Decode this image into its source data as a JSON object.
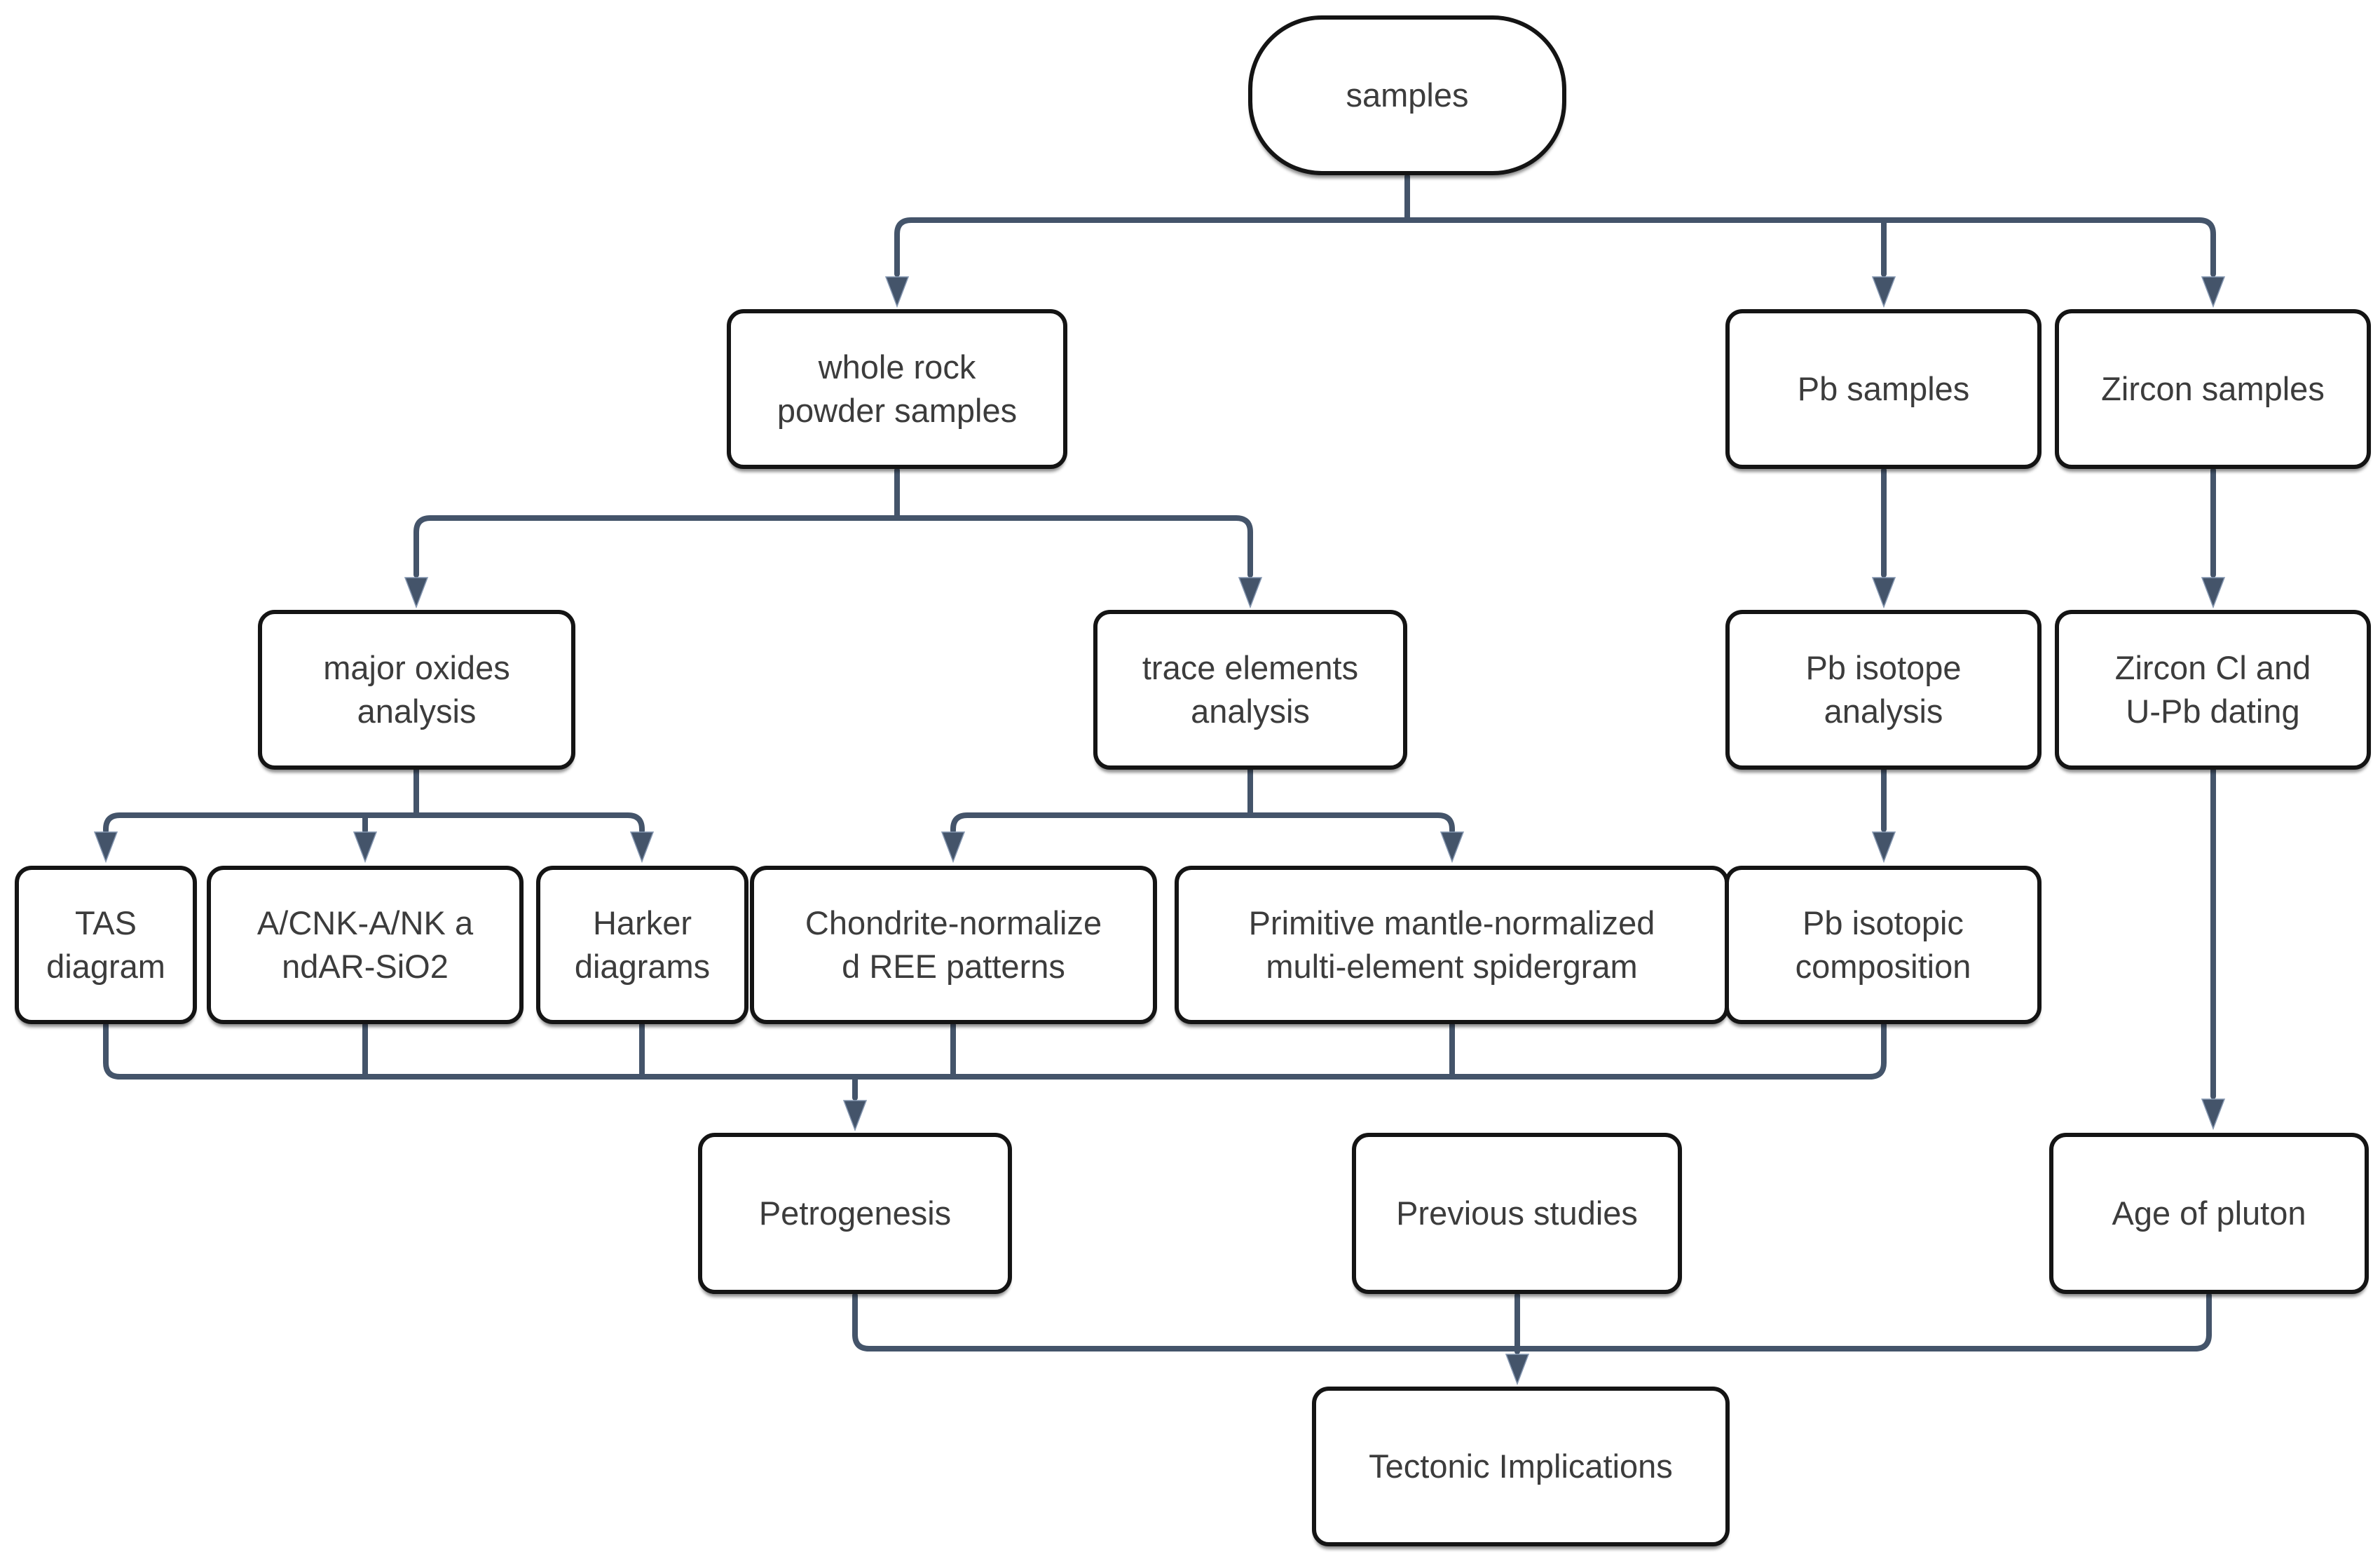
{
  "diagram": {
    "type": "flowchart",
    "colors": {
      "connector": "#44546a",
      "node_border": "#141414",
      "node_fill": "#ffffff",
      "text": "#3c3c3c",
      "background": "#ffffff"
    },
    "nodes": {
      "samples": {
        "label": "samples",
        "shape": "terminator"
      },
      "whole_rock_powder_samples": {
        "label": "whole rock\npowder samples",
        "shape": "rect"
      },
      "pb_samples": {
        "label": "Pb samples",
        "shape": "rect"
      },
      "zircon_samples": {
        "label": "Zircon samples",
        "shape": "rect"
      },
      "major_oxides_analysis": {
        "label": "major oxides\nanalysis",
        "shape": "rect"
      },
      "trace_elements_analysis": {
        "label": "trace elements\nanalysis",
        "shape": "rect"
      },
      "pb_isotope_analysis": {
        "label": "Pb isotope\nanalysis",
        "shape": "rect"
      },
      "zircon_cl_and_upb_dating": {
        "label": "Zircon Cl and\nU-Pb dating",
        "shape": "rect"
      },
      "tas_diagram": {
        "label": "TAS\ndiagram",
        "shape": "rect"
      },
      "acnk_ank_and_ar_sio2": {
        "label": "A/CNK-A/NK a\nndAR-SiO2",
        "shape": "rect"
      },
      "harker_diagrams": {
        "label": "Harker\ndiagrams",
        "shape": "rect"
      },
      "chondrite_normalized_ree_patterns": {
        "label": "Chondrite-normalize\nd REE patterns",
        "shape": "rect"
      },
      "primitive_mantle_spidergram": {
        "label": "Primitive mantle-normalized\nmulti-element spidergram",
        "shape": "rect"
      },
      "pb_isotopic_composition": {
        "label": "Pb isotopic\ncomposition",
        "shape": "rect"
      },
      "petrogenesis": {
        "label": "Petrogenesis",
        "shape": "rect"
      },
      "previous_studies": {
        "label": "Previous studies",
        "shape": "rect"
      },
      "age_of_pluton": {
        "label": "Age of pluton",
        "shape": "rect"
      },
      "tectonic_implications": {
        "label": "Tectonic Implications",
        "shape": "rect"
      }
    },
    "edges": [
      {
        "from": "samples",
        "to": "whole_rock_powder_samples"
      },
      {
        "from": "samples",
        "to": "pb_samples"
      },
      {
        "from": "samples",
        "to": "zircon_samples"
      },
      {
        "from": "whole_rock_powder_samples",
        "to": "major_oxides_analysis"
      },
      {
        "from": "whole_rock_powder_samples",
        "to": "trace_elements_analysis"
      },
      {
        "from": "major_oxides_analysis",
        "to": "tas_diagram"
      },
      {
        "from": "major_oxides_analysis",
        "to": "acnk_ank_and_ar_sio2"
      },
      {
        "from": "major_oxides_analysis",
        "to": "harker_diagrams"
      },
      {
        "from": "trace_elements_analysis",
        "to": "chondrite_normalized_ree_patterns"
      },
      {
        "from": "trace_elements_analysis",
        "to": "primitive_mantle_spidergram"
      },
      {
        "from": "pb_samples",
        "to": "pb_isotope_analysis"
      },
      {
        "from": "pb_isotope_analysis",
        "to": "pb_isotopic_composition"
      },
      {
        "from": "zircon_samples",
        "to": "zircon_cl_and_upb_dating"
      },
      {
        "from": "zircon_cl_and_upb_dating",
        "to": "age_of_pluton"
      },
      {
        "from": "tas_diagram",
        "to": "petrogenesis"
      },
      {
        "from": "acnk_ank_and_ar_sio2",
        "to": "petrogenesis"
      },
      {
        "from": "harker_diagrams",
        "to": "petrogenesis"
      },
      {
        "from": "chondrite_normalized_ree_patterns",
        "to": "petrogenesis"
      },
      {
        "from": "primitive_mantle_spidergram",
        "to": "petrogenesis"
      },
      {
        "from": "pb_isotopic_composition",
        "to": "petrogenesis"
      },
      {
        "from": "petrogenesis",
        "to": "tectonic_implications"
      },
      {
        "from": "previous_studies",
        "to": "tectonic_implications"
      },
      {
        "from": "age_of_pluton",
        "to": "tectonic_implications"
      }
    ]
  }
}
